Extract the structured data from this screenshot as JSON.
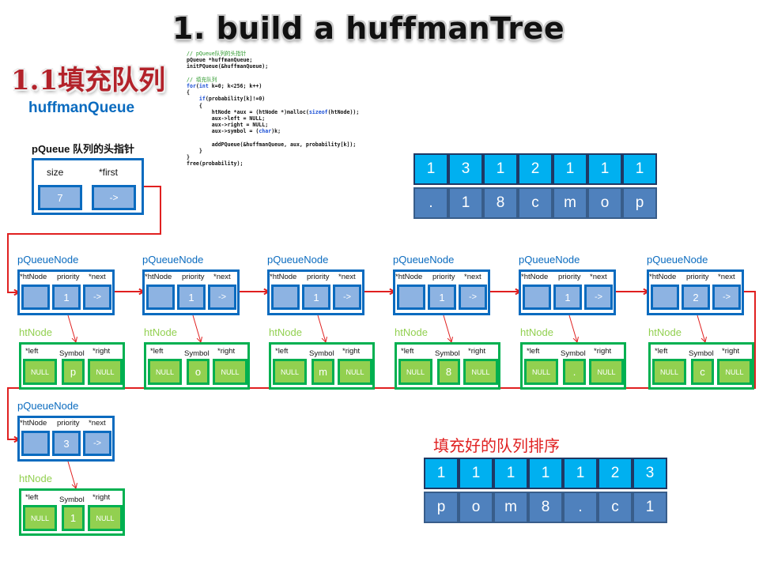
{
  "title": "1. build a huffmanTree",
  "subtitle": "1.1填充队列",
  "queue_name": "huffmanQueue",
  "code": {
    "lines": [
      {
        "t": "// pQueue队列的头指针",
        "c": "cm"
      },
      {
        "t": "pQueue *huffmanQueue;",
        "c": ""
      },
      {
        "t": "initPQueue(&huffmanQueue);",
        "c": ""
      },
      {
        "t": "",
        "c": ""
      },
      {
        "t": "// 填充队列",
        "c": "cm"
      },
      {
        "t": "for(int k=0; k<256; k++)",
        "c": "for"
      },
      {
        "t": "{",
        "c": ""
      },
      {
        "t": "    if(probability[k]!=0)",
        "c": "if"
      },
      {
        "t": "    {",
        "c": ""
      },
      {
        "t": "        htNode *aux = (htNode *)malloc(sizeof(htNode));",
        "c": "sizeof"
      },
      {
        "t": "        aux->left = NULL;",
        "c": ""
      },
      {
        "t": "        aux->right = NULL;",
        "c": ""
      },
      {
        "t": "        aux->symbol = (char)k;",
        "c": "char"
      },
      {
        "t": "",
        "c": ""
      },
      {
        "t": "        addPQueue(&huffmanQueue, aux, probability[k]);",
        "c": ""
      },
      {
        "t": "    }",
        "c": ""
      },
      {
        "t": "}",
        "c": ""
      },
      {
        "t": "free(probability);",
        "c": ""
      }
    ]
  },
  "head": {
    "label": "pQueue 队列的头指针",
    "size_label": "size",
    "first_label": "*first",
    "size_value": "7",
    "first_value": "->"
  },
  "node_labels": {
    "queue_node": "pQueueNode",
    "ht_node": "htNode",
    "htnode_field": "*htNode",
    "priority_field": "priority",
    "next_field": "*next",
    "left_field": "*left",
    "symbol_field": "Symbol",
    "right_field": "*right",
    "null_value": "NULL",
    "next_value": "->"
  },
  "queue_nodes": [
    {
      "priority": "1",
      "symbol": "p"
    },
    {
      "priority": "1",
      "symbol": "o"
    },
    {
      "priority": "1",
      "symbol": "m"
    },
    {
      "priority": "1",
      "symbol": "8"
    },
    {
      "priority": "1",
      "symbol": "."
    },
    {
      "priority": "2",
      "symbol": "c"
    },
    {
      "priority": "3",
      "symbol": "1"
    }
  ],
  "frequency_table": {
    "counts": [
      "1",
      "3",
      "1",
      "2",
      "1",
      "1",
      "1"
    ],
    "symbols": [
      ".",
      "1",
      "8",
      "c",
      "m",
      "o",
      "p"
    ]
  },
  "sorted_table": {
    "title": "填充好的队列排序",
    "priorities": [
      "1",
      "1",
      "1",
      "1",
      "1",
      "2",
      "3"
    ],
    "symbols": [
      "p",
      "o",
      "m",
      "8",
      ".",
      "c",
      "1"
    ]
  },
  "colors": {
    "queue_blue": "#0a6bbf",
    "cell_blue": "#8db3e2",
    "ht_green": "#00b050",
    "cell_green": "#92d050",
    "arrow_red": "#e02020",
    "title_red": "#b3222a"
  }
}
